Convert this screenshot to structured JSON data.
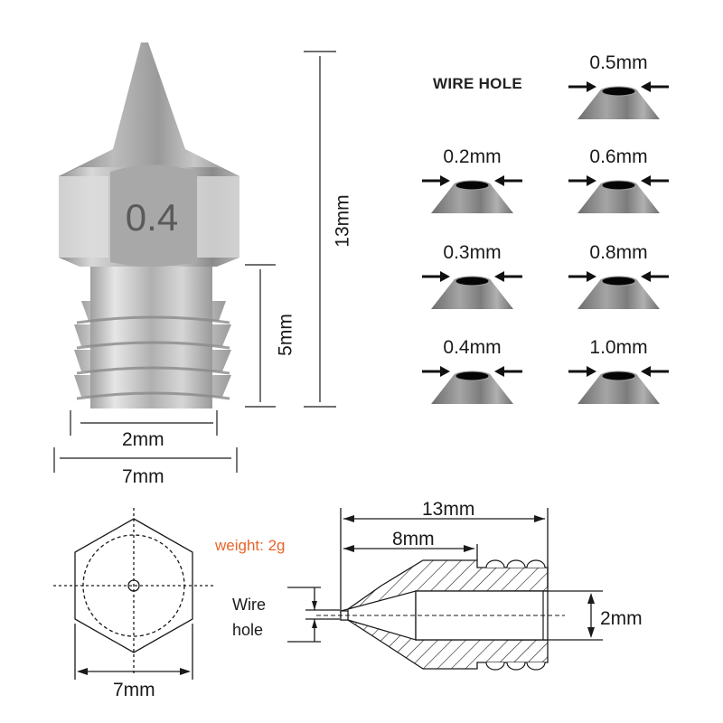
{
  "nozzle_photo": {
    "engraving": "0.4",
    "dimensions": {
      "total_height": "13mm",
      "thread_length": "5mm",
      "thread_diameter": "2mm",
      "hex_width": "7mm"
    }
  },
  "wire_hole": {
    "title": "WIRE HOLE",
    "sizes": [
      "0.5mm",
      "0.2mm",
      "0.6mm",
      "0.3mm",
      "0.8mm",
      "0.4mm",
      "1.0mm"
    ]
  },
  "hex_view": {
    "width_label": "7mm"
  },
  "weight": "weight: 2g",
  "cross_section": {
    "wire_hole_label_line1": "Wire",
    "wire_hole_label_line2": "hole",
    "total_length": "13mm",
    "cone_length": "8mm",
    "bore_diameter": "2mm"
  },
  "colors": {
    "accent_orange": "#e8642a",
    "line": "#1a1a1a",
    "metal": "#b8b8b8"
  }
}
